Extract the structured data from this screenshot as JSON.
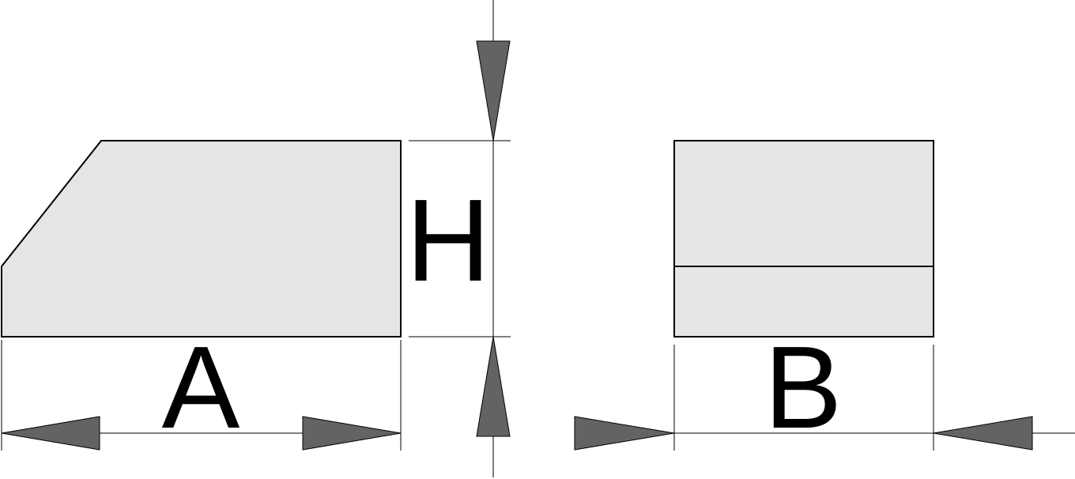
{
  "diagram": {
    "labels": {
      "width_a": "A",
      "height_h": "H",
      "width_b": "B"
    },
    "colors": {
      "part_fill": "#e5e5e5",
      "outline": "#000000",
      "arrowhead_fill": "#636366",
      "background": "#ffffff"
    }
  }
}
